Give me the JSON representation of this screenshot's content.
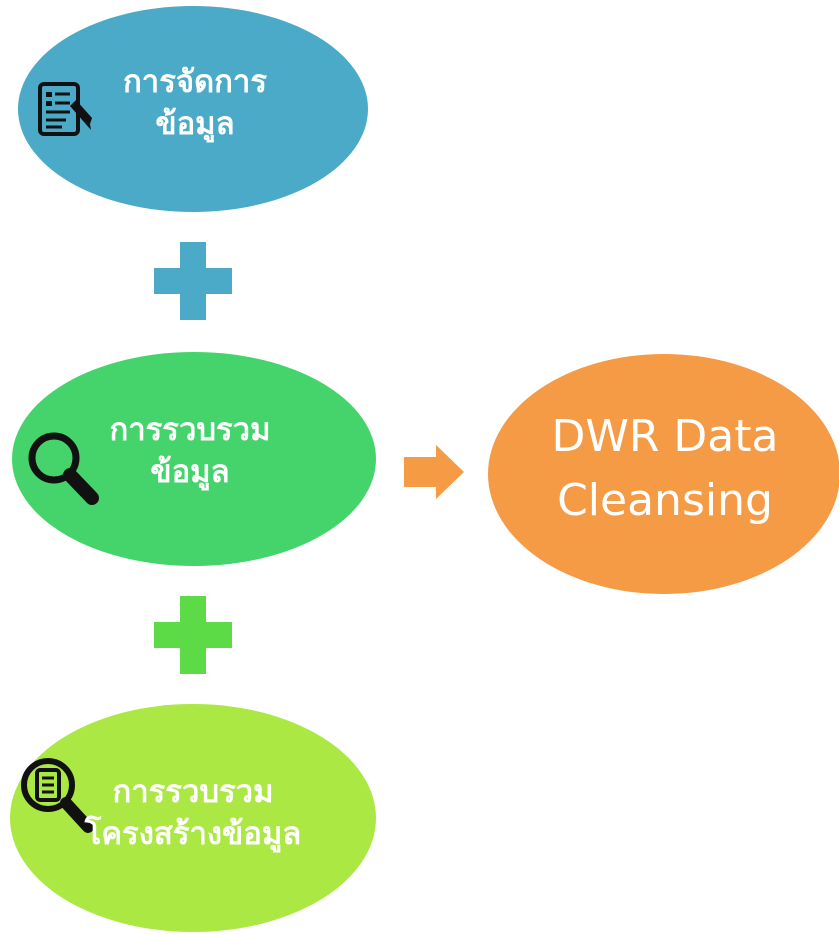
{
  "nodes": {
    "data_management": {
      "line1": "การจัดการ",
      "line2": "ข้อมูล",
      "icon": "document-edit-icon",
      "color": "#4aaac7"
    },
    "data_collection": {
      "line1": "การรวบรวม",
      "line2": "ข้อมูล",
      "icon": "magnifier-icon",
      "color": "#45d46c"
    },
    "structure_collection": {
      "line1": "การรวบรวม",
      "line2": "โครงสร้างข้อมูล",
      "icon": "document-search-icon",
      "color": "#abe843"
    },
    "result": {
      "line1": "DWR Data",
      "line2": "Cleansing",
      "color": "#f59a45"
    }
  },
  "connectors": {
    "plus_1": {
      "icon": "plus-icon",
      "color": "#4aaac7"
    },
    "plus_2": {
      "icon": "plus-icon",
      "color": "#5ddb46"
    },
    "arrow": {
      "icon": "arrow-right-icon",
      "color": "#f59a45"
    }
  }
}
